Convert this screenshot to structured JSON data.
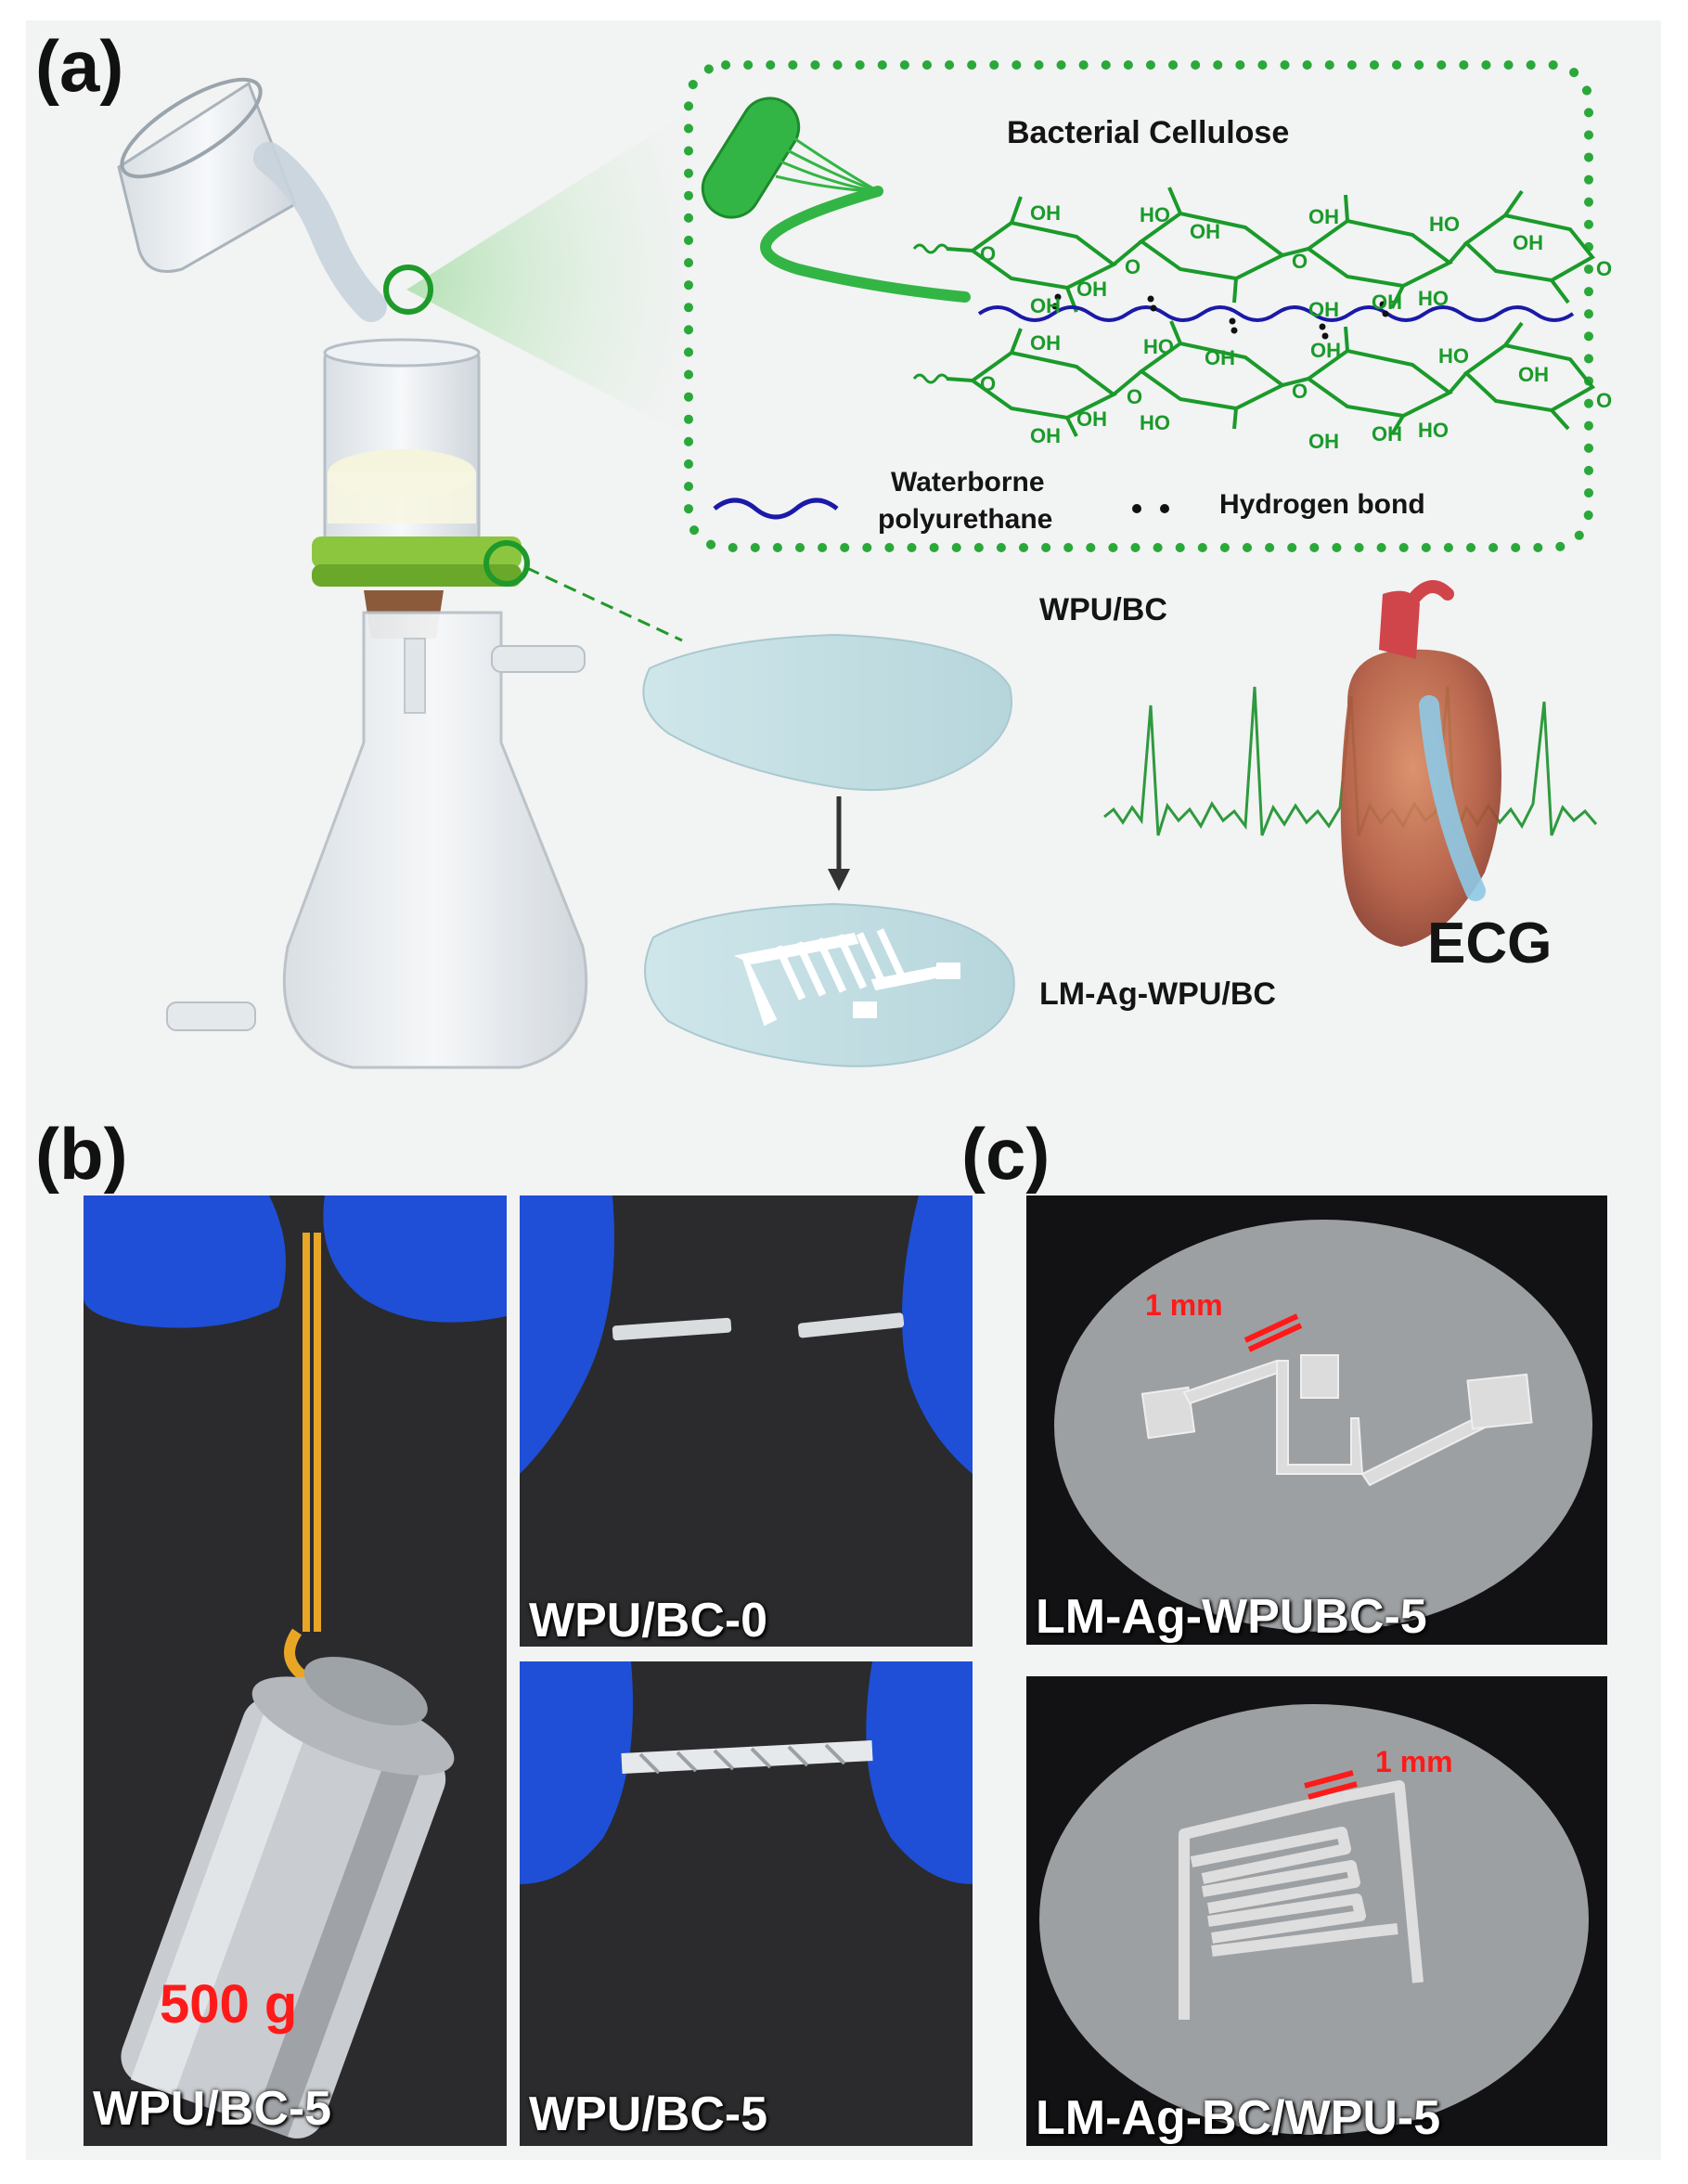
{
  "panels": {
    "a": {
      "label": "(a)",
      "inset_title": "Bacterial Cellulose",
      "legend_wpu_line1": "Waterborne",
      "legend_wpu_line2": "polyurethane",
      "legend_hbond": "Hydrogen bond",
      "membrane_label": "WPU/BC",
      "device_label": "LM-Ag-WPU/BC",
      "ecg_label": "ECG",
      "oh": "OH",
      "ho": "HO",
      "o": "O"
    },
    "b": {
      "label": "(b)",
      "weight_text": "500 g",
      "photo1_caption": "WPU/BC-5",
      "photo2_caption": "WPU/BC-0",
      "photo3_caption": "WPU/BC-5"
    },
    "c": {
      "label": "(c)",
      "photo1_scale": "1 mm",
      "photo1_caption": "LM-Ag-WPUBC-5",
      "photo2_scale": "1 mm",
      "photo2_caption": "LM-Ag-BC/WPU-5"
    }
  },
  "colors": {
    "cellulose_green": "#1a9a2a",
    "wpu_blue": "#1a1aa8",
    "dotted_border": "#2aa83a",
    "glove_blue": "#1f4fd6",
    "scale_red": "#ff1a1a",
    "ecg_green": "#2e9a3e"
  }
}
